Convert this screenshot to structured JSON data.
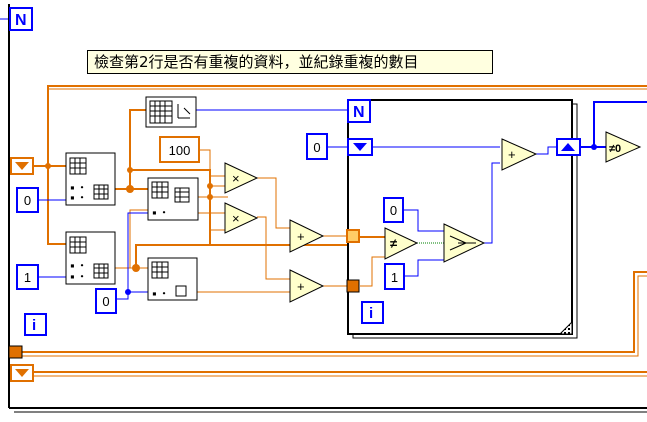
{
  "comment": "檢查第2行是否有重複的資料，並紀錄重複的數目",
  "outer_loop": {
    "count_terminal": "N",
    "iteration_terminal": "i"
  },
  "inner_loop": {
    "count_terminal": "N",
    "iteration_terminal": "i"
  },
  "constants": {
    "outer_row_index": "0",
    "outer_col_index": "1",
    "column_index": "0",
    "size_100": "100",
    "inner_initial_count": "0",
    "select_false_value": "0",
    "select_true_value": "1"
  },
  "nodes": {
    "multiply": "×",
    "add": "+",
    "not_equal": "≠",
    "not_equal_zero": "≠0"
  },
  "colors": {
    "integer_blue": "#0000ff",
    "array_orange": "#e07000",
    "boolean_green": "#008000",
    "loop_frame": "#000000",
    "comment_bg": "#ffffe0"
  }
}
